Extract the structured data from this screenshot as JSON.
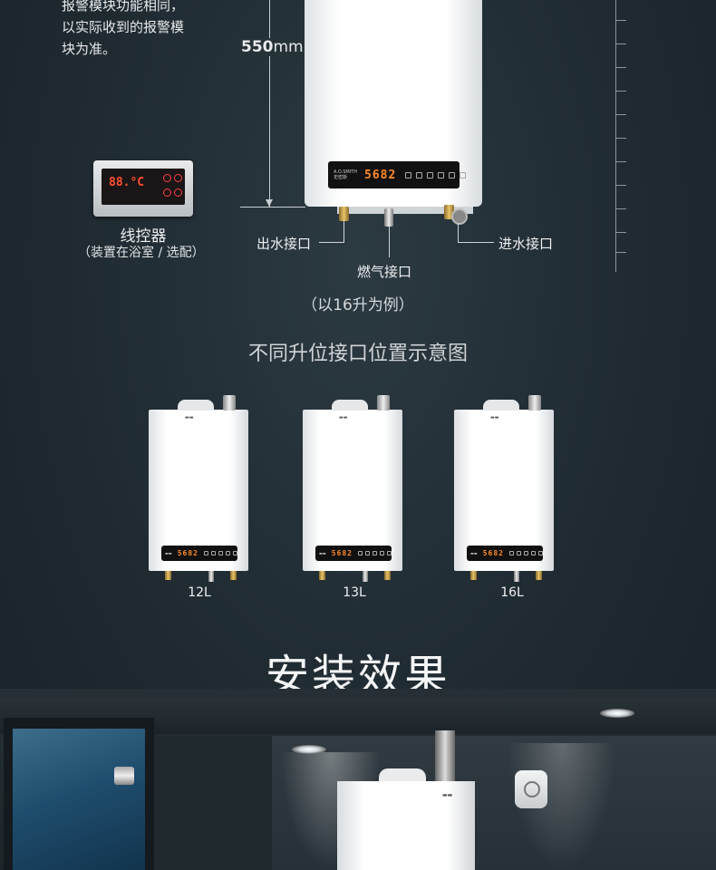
{
  "note": {
    "line1": "报警模块功能相同，",
    "line2": "以实际收到的报警模",
    "line3": "块为准。"
  },
  "dimension": {
    "value": "550",
    "unit": "mm"
  },
  "main_heater": {
    "display_digits": "5682",
    "brand_text": "A.O.SMITH 史密斯"
  },
  "ports": {
    "water_out": "出水接口",
    "gas": "燃气接口",
    "water_in": "进水接口"
  },
  "controller": {
    "digits": "88.°C",
    "title": "线控器",
    "subtitle": "（装置在浴室 / 选配）"
  },
  "example_note": "（以16升为例）",
  "section_title": "不同升位接口位置示意图",
  "models": [
    {
      "label": "12L",
      "digits": "5682"
    },
    {
      "label": "13L",
      "digits": "5682"
    },
    {
      "label": "16L",
      "digits": "5682"
    }
  ],
  "effect_title": "安装效果"
}
